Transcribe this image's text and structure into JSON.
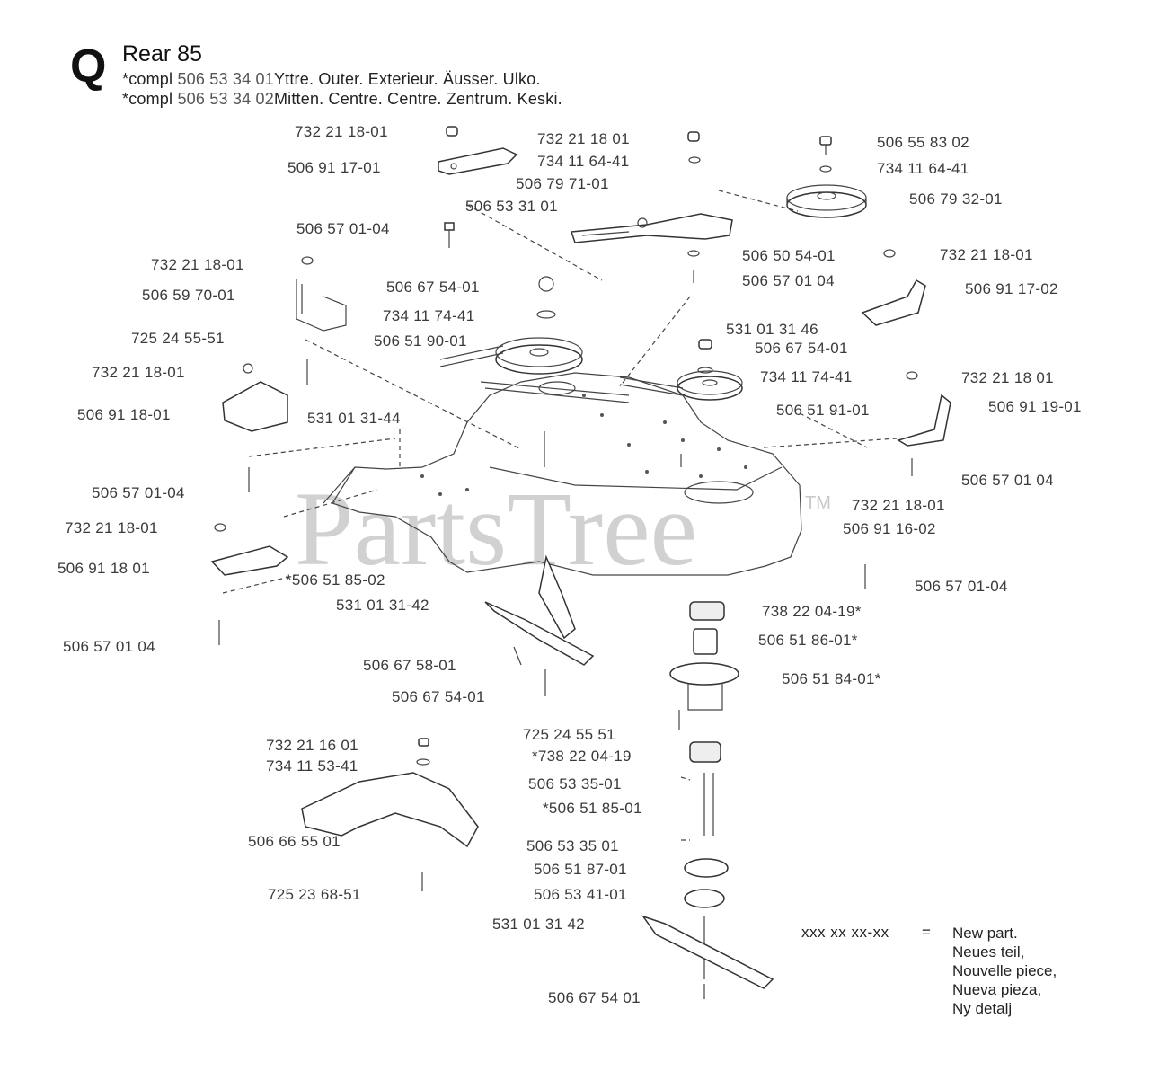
{
  "header": {
    "section_letter": "Q",
    "title": "Rear 85",
    "compl_lines": [
      {
        "prefix": "*compl",
        "number": "506 53 34 01",
        "text": "Yttre. Outer. Exterieur. Äusser. Ulko."
      },
      {
        "prefix": "*compl",
        "number": "506 53 34 02",
        "text": "Mitten. Centre. Centre. Zentrum. Keski."
      }
    ]
  },
  "part_labels": [
    "732 21 18-01",
    "506 91 17-01",
    "732 21 18 01",
    "734 11 64-41",
    "506 79 71-01",
    "506 53 31 01",
    "506 55 83 02",
    "734 11 64-41",
    "506 79 32-01",
    "506 57 01-04",
    "732 21 18-01",
    "506 59 70-01",
    "506 67 54-01",
    "734 11 74-41",
    "506 51 90-01",
    "725 24 55-51",
    "506 50 54-01",
    "732 21 18-01",
    "506 57 01 04",
    "506 91 17-02",
    "531 01 31 46",
    "506 67 54-01",
    "734 11 74-41",
    "732 21 18 01",
    "732 21 18-01",
    "506 91 18-01",
    "531 01 31-44",
    "506 51 91-01",
    "506 91 19-01",
    "506 57 01-04",
    "506 57 01 04",
    "732 21 18-01",
    "732 21 18-01",
    "506 91 16-02",
    "506 91 18 01",
    "*506 51 85-02",
    "506 57 01-04",
    "531 01 31-42",
    "738 22 04-19*",
    "506 57 01 04",
    "506 51 86-01*",
    "506 67 58-01",
    "506 51 84-01*",
    "506 67 54-01",
    "725 24 55 51",
    "*738 22 04-19",
    "732 21 16 01",
    "734 11 53-41",
    "506 53 35-01",
    "*506 51 85-01",
    "506 66 55 01",
    "506 53 35 01",
    "506 51 87-01",
    "725 23 68-51",
    "506 53 41-01",
    "531 01 31 42",
    "506 67 54 01"
  ],
  "legend": {
    "code": "xxx xx xx-xx",
    "equals": "=",
    "lines": [
      "New part.",
      "Neues teil,",
      "Nouvelle piece,",
      "Nueva pieza,",
      "Ny detalj"
    ]
  },
  "watermark": {
    "text": "PartsTree",
    "tm": "TM"
  }
}
